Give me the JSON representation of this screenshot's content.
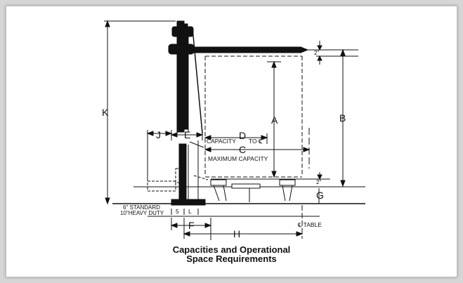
{
  "colors": {
    "background": "#d6d6d6",
    "panel": "#ffffff",
    "ink": "#111111"
  },
  "labels": {
    "k": "K",
    "a": "A",
    "b": "B",
    "c": "C",
    "d": "D",
    "e": "E",
    "f": "F",
    "g": "G",
    "h": "H",
    "j": "J",
    "l": "L",
    "five": "5",
    "two_in_top": "2\"",
    "two_in_bottom": "2\"",
    "capacity_to": "CAPACITY",
    "to_cl": "TO ℄",
    "max_capacity": "MAXIMUM CAPACITY",
    "standard": "6\" STANDARD",
    "heavy_duty": "10\"HEAVY DUTY",
    "cl_table": "℄ TABLE"
  },
  "caption": {
    "line1": "Capacities and Operational",
    "line2": "Space Requirements"
  }
}
